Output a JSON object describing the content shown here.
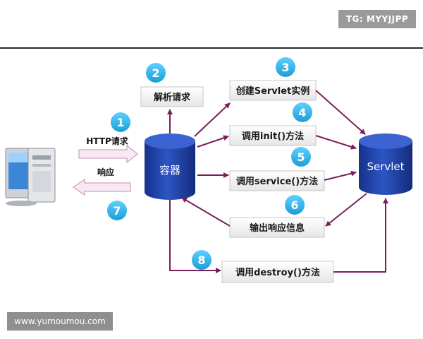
{
  "watermarks": {
    "top_right": "TG: MYYJJPP",
    "bottom_left": "www.yumoumou.com"
  },
  "labels": {
    "http_request": "HTTP请求",
    "response": "响应"
  },
  "containers": {
    "container": "容器",
    "servlet": "Servlet"
  },
  "steps": {
    "parse_request": "解析请求",
    "create_instance": "创建Servlet实例",
    "call_init": "调用init()方法",
    "call_service": "调用service()方法",
    "output_response": "输出响应信息",
    "call_destroy": "调用destroy()方法"
  },
  "numbers": [
    "1",
    "2",
    "3",
    "4",
    "5",
    "6",
    "7",
    "8"
  ],
  "colors": {
    "arrow": "#7a1f5c",
    "cylinder": "#1f3fa0",
    "badge": "#2fb2ea",
    "box_fill": "#f3f3f3",
    "box_border": "#c7c7c7"
  }
}
